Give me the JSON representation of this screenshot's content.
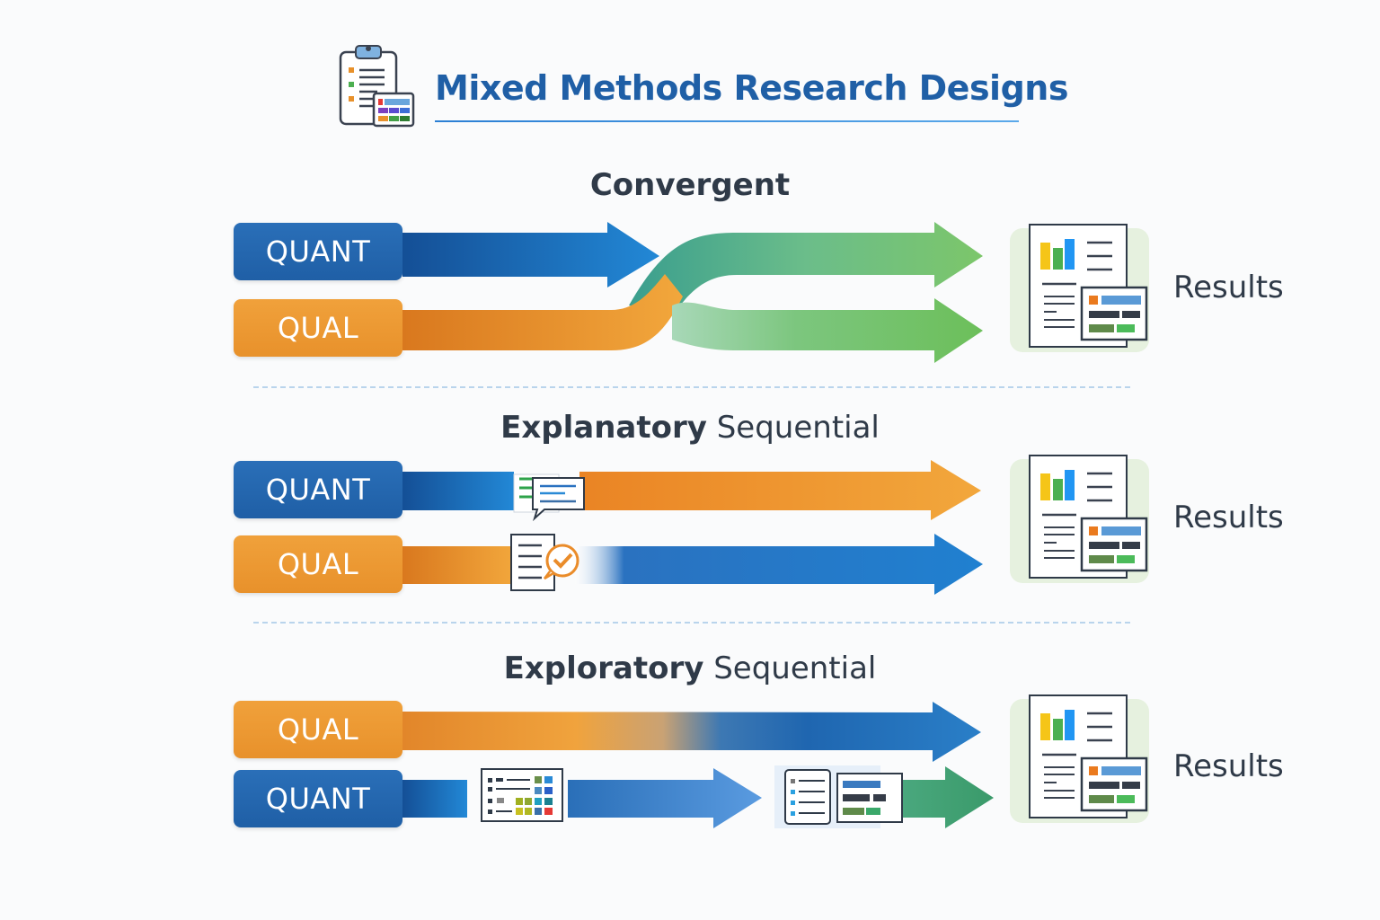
{
  "header": {
    "title": "Mixed Methods Research Designs",
    "icon": "clipboard-report-icon"
  },
  "designs": [
    {
      "id": "convergent",
      "title_bold": "Convergent",
      "title_light": "",
      "rows": [
        {
          "label": "QUANT",
          "type": "quant"
        },
        {
          "label": "QUAL",
          "type": "qual"
        }
      ],
      "result_label": "Results"
    },
    {
      "id": "explanatory-sequential",
      "title_bold": "Explanatory",
      "title_light": "Sequential",
      "rows": [
        {
          "label": "QUANT",
          "type": "quant"
        },
        {
          "label": "QUAL",
          "type": "qual"
        }
      ],
      "result_label": "Results"
    },
    {
      "id": "exploratory-sequential",
      "title_bold": "Exploratory",
      "title_light": "Sequential",
      "rows": [
        {
          "label": "QUAL",
          "type": "qual"
        },
        {
          "label": "QUANT",
          "type": "quant"
        }
      ],
      "result_label": "Results"
    }
  ],
  "colors": {
    "quant_blue": "#1f5fa6",
    "qual_orange": "#e8912b",
    "merge_green": "#6cbf6a",
    "title_blue": "#1f5fa6",
    "text_dark": "#2f3a48"
  }
}
